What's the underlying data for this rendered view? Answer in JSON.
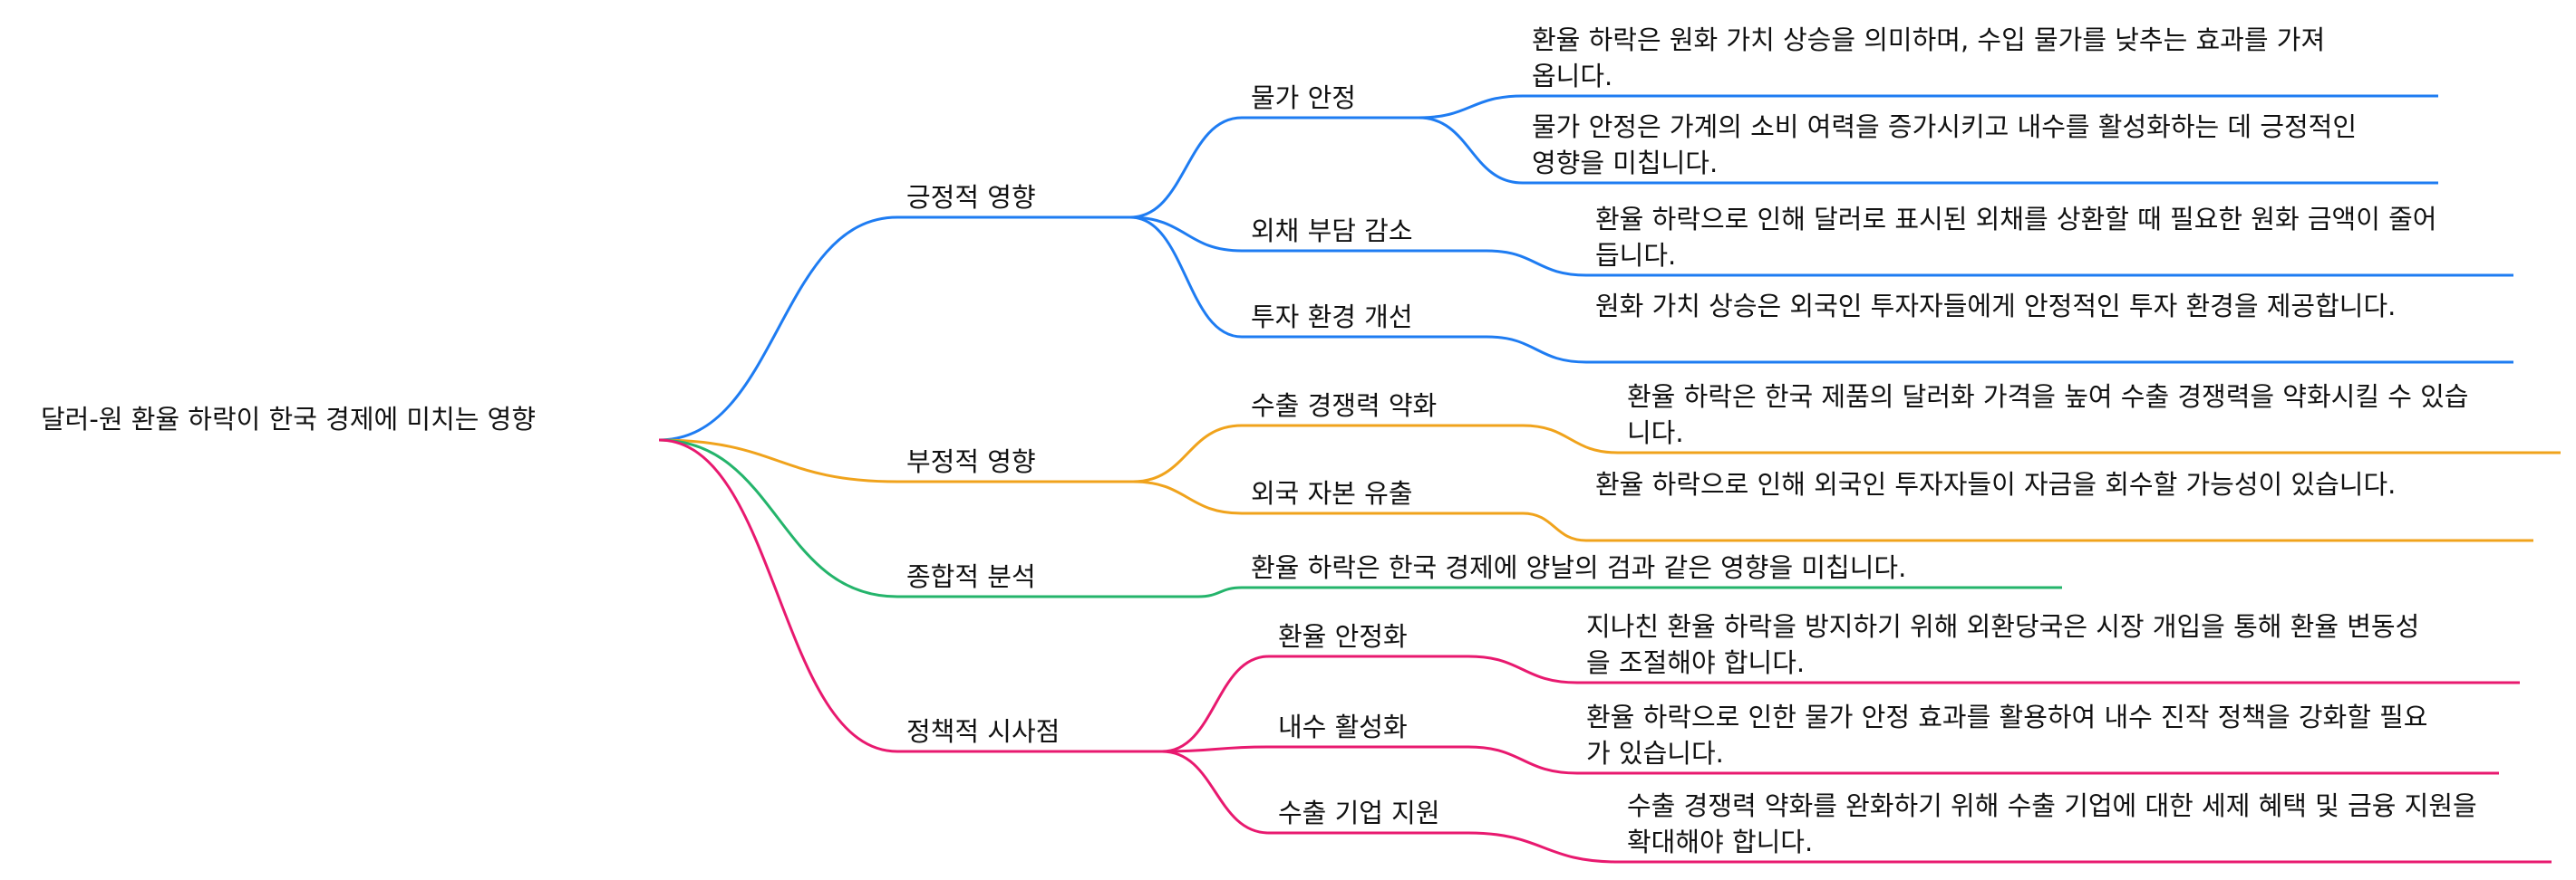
{
  "root": {
    "label": "달러-원 환율 하락이 한국 경제에 미치는 영향"
  },
  "colors": {
    "blue": "#1e7cf2",
    "orange": "#f0a31c",
    "green": "#24b46b",
    "pink": "#e8196f",
    "text": "#111111"
  },
  "branches": [
    {
      "label": "긍정적 영향",
      "color": "blue",
      "children": [
        {
          "label": "물가 안정",
          "leaves": [
            "환율 하락은 원화 가치 상승을 의미하며, 수입 물가를 낮추는 효과를 가져옵니다.",
            "물가 안정은 가계의 소비 여력을 증가시키고 내수를 활성화하는 데 긍정적인 영향을 미칩니다."
          ]
        },
        {
          "label": "외채 부담 감소",
          "leaves": [
            "환율 하락으로 인해 달러로 표시된 외채를 상환할 때 필요한 원화 금액이 줄어듭니다."
          ]
        },
        {
          "label": "투자 환경 개선",
          "leaves": [
            "원화 가치 상승은 외국인 투자자들에게 안정적인 투자 환경을 제공합니다."
          ]
        }
      ]
    },
    {
      "label": "부정적 영향",
      "color": "orange",
      "children": [
        {
          "label": "수출 경쟁력 약화",
          "leaves": [
            "환율 하락은 한국 제품의 달러화 가격을 높여 수출 경쟁력을 약화시킬 수 있습니다."
          ]
        },
        {
          "label": "외국 자본 유출",
          "leaves": [
            "환율 하락으로 인해 외국인 투자자들이 자금을 회수할 가능성이 있습니다."
          ]
        }
      ]
    },
    {
      "label": "종합적 분석",
      "color": "green",
      "children": [
        {
          "label": "환율 하락은 한국 경제에 양날의 검과 같은 영향을 미칩니다.",
          "leaves": []
        }
      ]
    },
    {
      "label": "정책적 시사점",
      "color": "pink",
      "children": [
        {
          "label": "환율 안정화",
          "leaves": [
            "지나친 환율 하락을 방지하기 위해 외환당국은 시장 개입을 통해 환율 변동성을 조절해야 합니다."
          ]
        },
        {
          "label": "내수 활성화",
          "leaves": [
            "환율 하락으로 인한 물가 안정 효과를 활용하여 내수 진작 정책을 강화할 필요가 있습니다."
          ]
        },
        {
          "label": "수출 기업 지원",
          "leaves": [
            "수출 경쟁력 약화를 완화하기 위해 수출 기업에 대한 세제 혜택 및 금융 지원을 확대해야 합니다."
          ]
        }
      ]
    }
  ]
}
